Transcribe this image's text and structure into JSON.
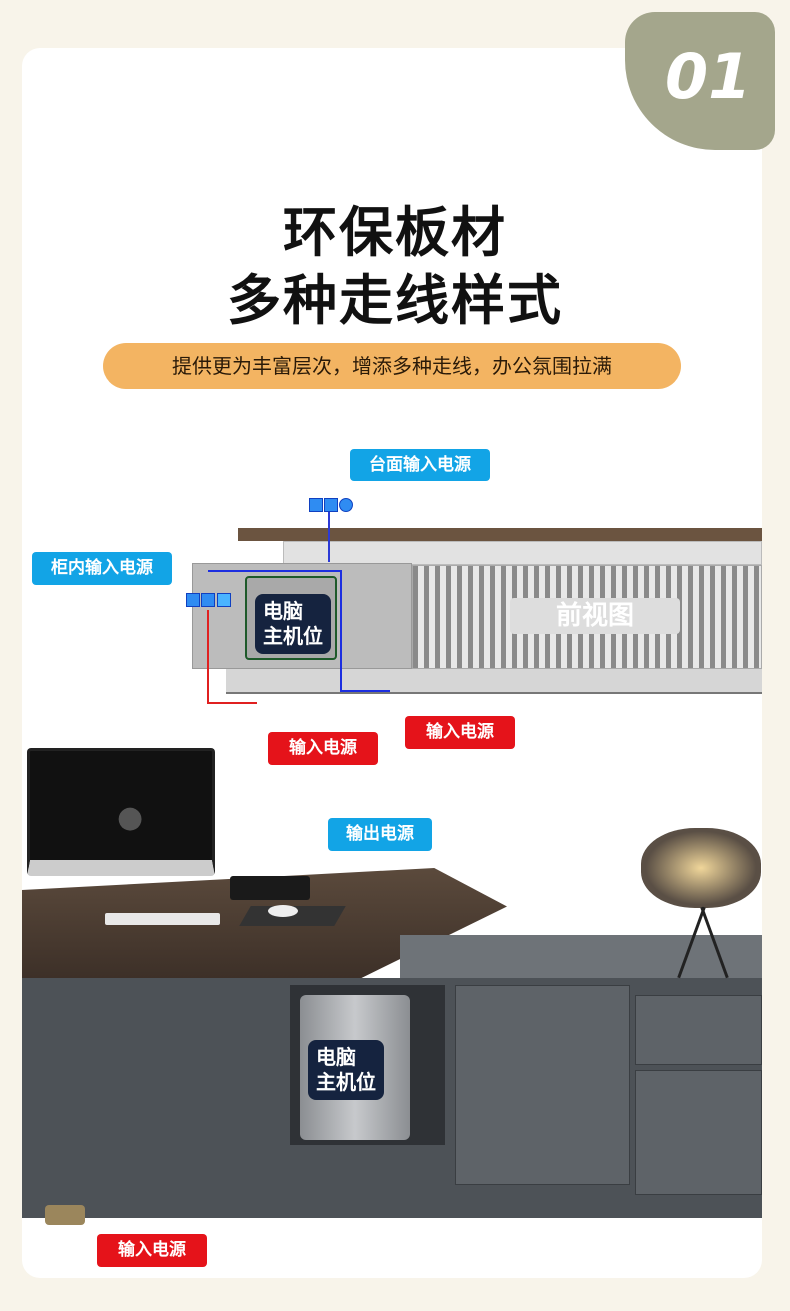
{
  "badge": {
    "number": "01"
  },
  "title": {
    "line1": "环保板材",
    "line2": "多种走线样式"
  },
  "subtitle": "提供更为丰富层次，增添多种走线，办公氛围拉满",
  "diagram": {
    "desktop_power_label": "台面输入电源",
    "cabinet_power_label": "柜内输入电源",
    "pc_slot_label": "电脑\n主机位",
    "front_view_label": "前视图",
    "input_power_left": "输入电源",
    "input_power_right": "输入电源"
  },
  "photo": {
    "output_power_label": "输出电源",
    "pc_slot_label": "电脑\n主机位",
    "input_power_label": "输入电源"
  },
  "colors": {
    "callout_blue": "#12a4e6",
    "callout_red": "#e5131a",
    "badge": "#a4a68c",
    "pill": "#f3b462"
  }
}
